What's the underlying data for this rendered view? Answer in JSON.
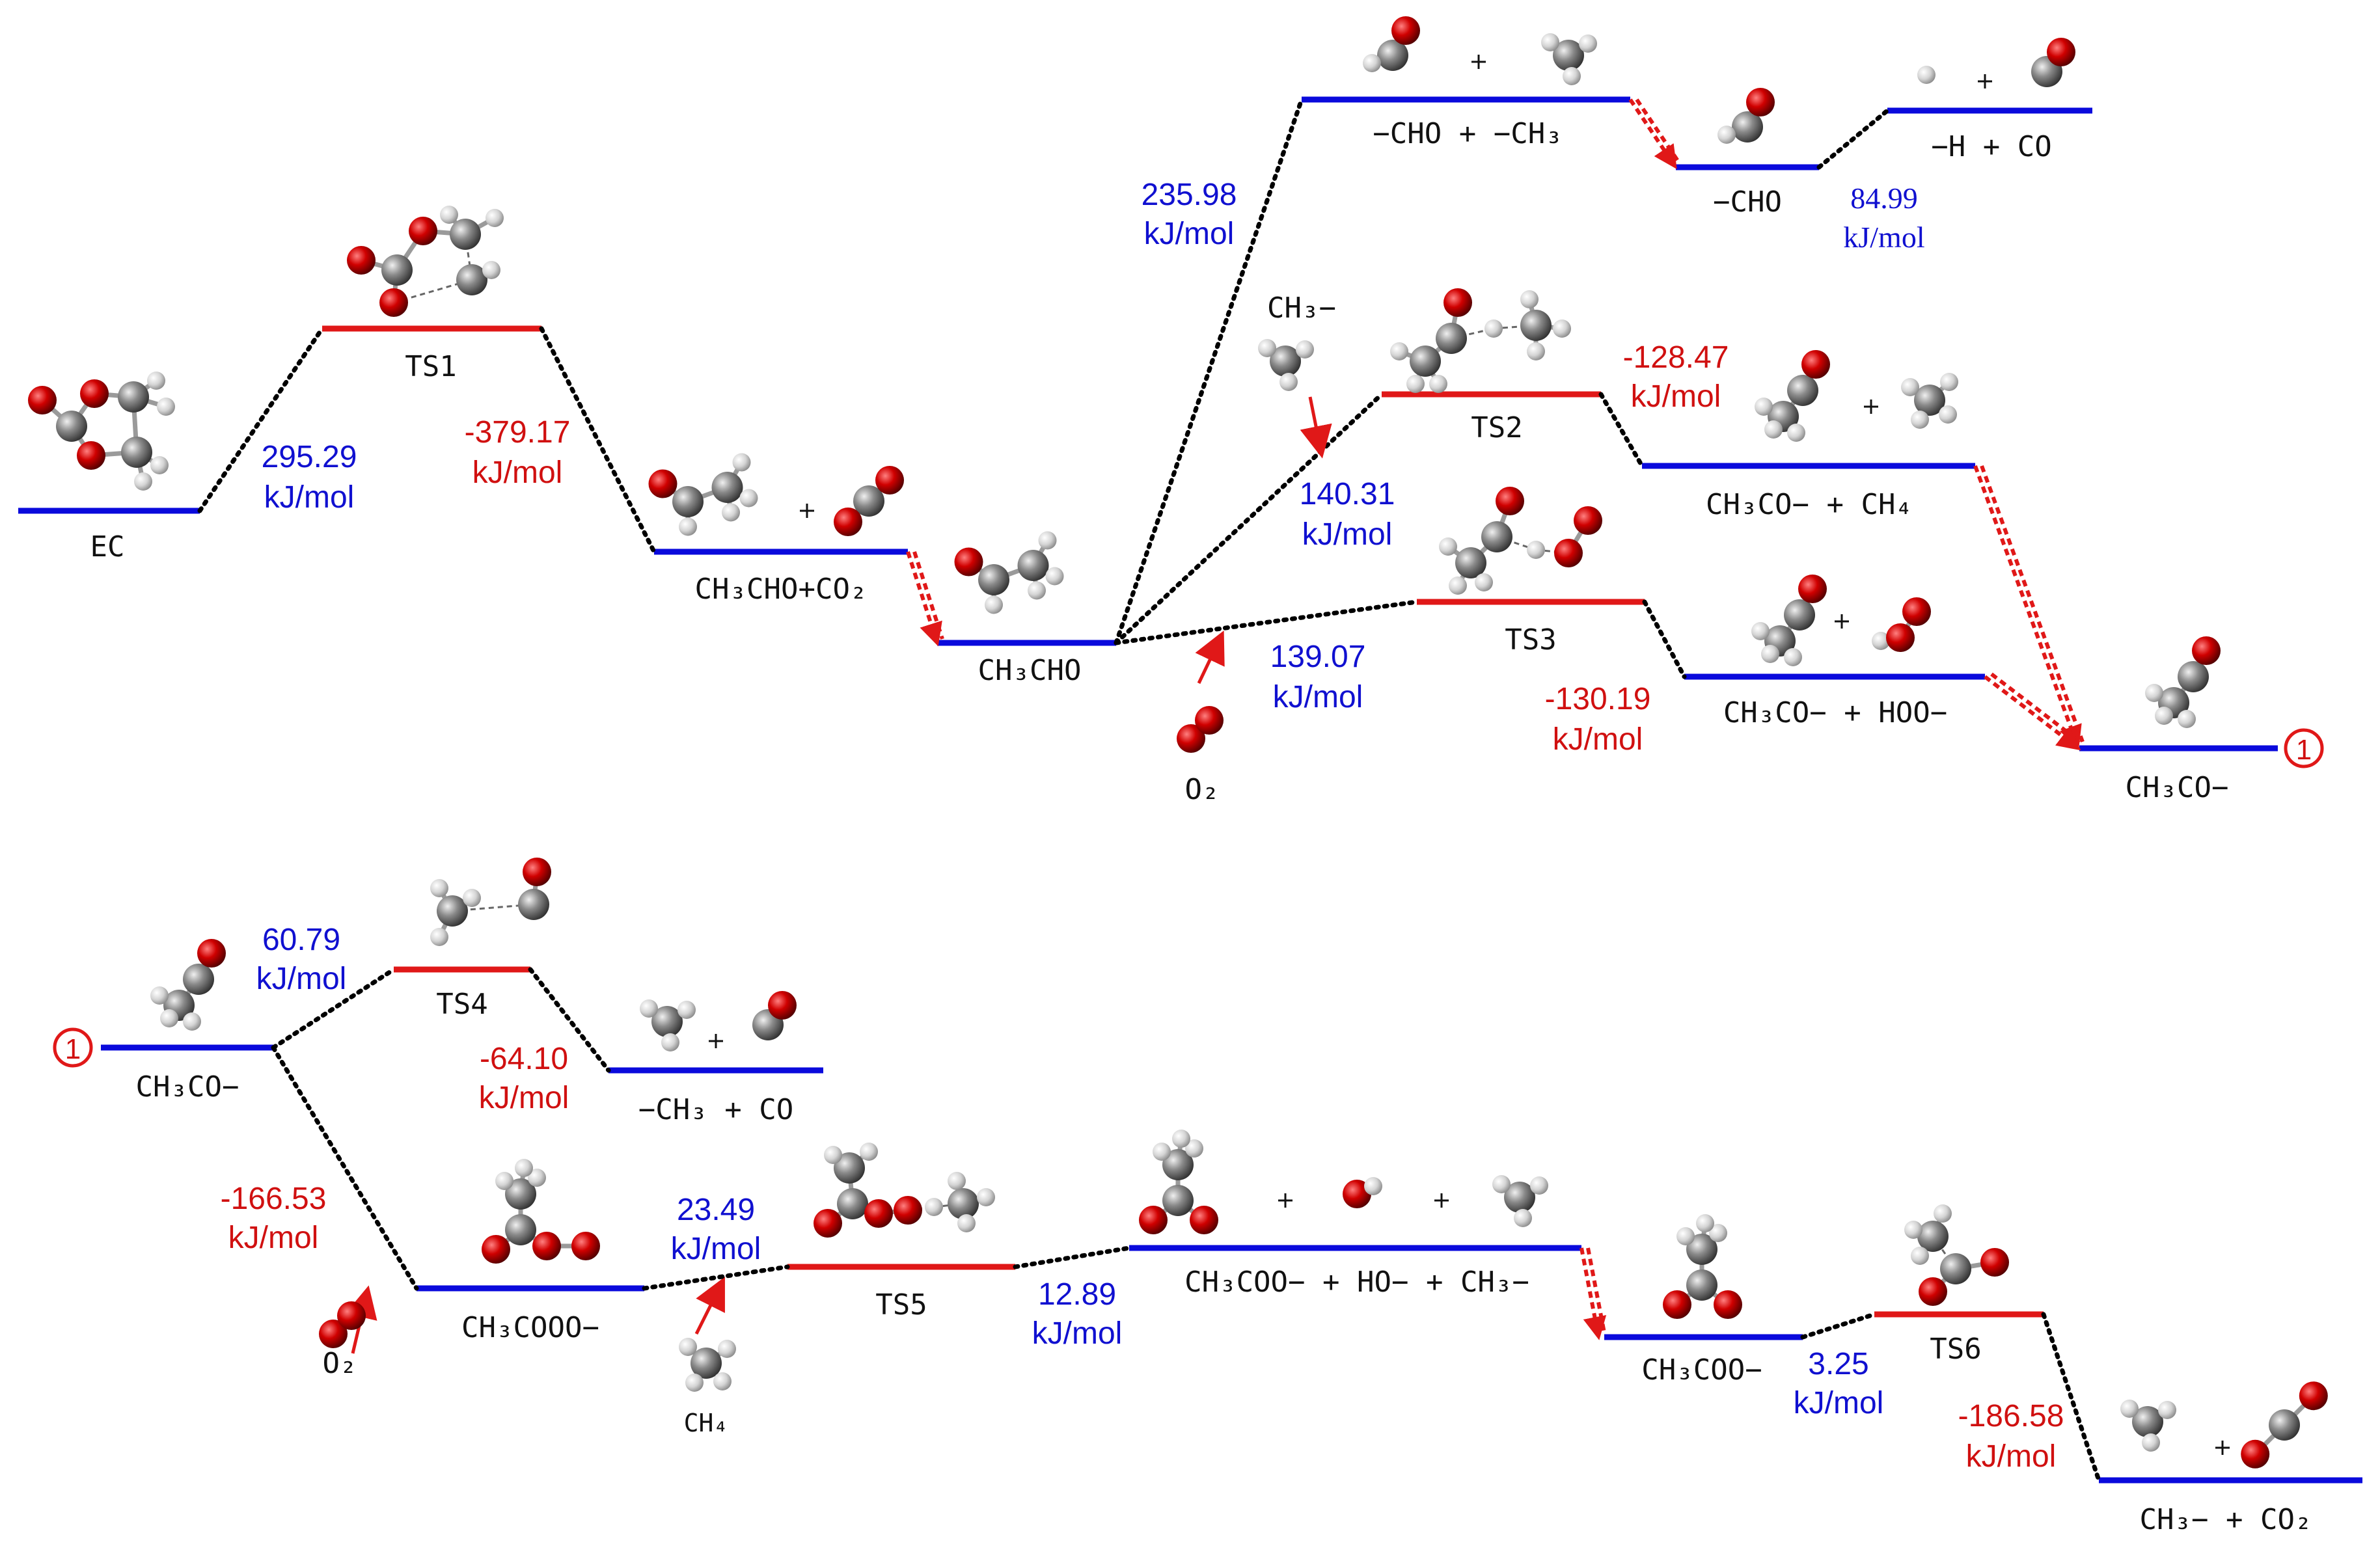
{
  "states": {
    "ec": "EC",
    "ts1": "TS1",
    "ch3cho_co2": "CH₃CHO+CO₂",
    "ch3cho": "CH₃CHO",
    "cho_ch3": "−CHO + −CH₃",
    "cho": "−CHO",
    "h_co": "−H + CO",
    "ts2": "TS2",
    "ch3co_ch4": "CH₃CO− + CH₄",
    "ts3": "TS3",
    "ch3co_hoo": "CH₃CO− + HOO−",
    "ch3co_top": "CH₃CO−",
    "ch3co_bottom": "CH₃CO−",
    "ts4": "TS4",
    "ch3_co": "−CH₃ + CO",
    "ch3cooo": "CH₃COOO−",
    "ts5": "TS5",
    "ch3coo_ho_ch3": "CH₃COO− + HO− + CH₃−",
    "ch3coo": "CH₃COO−",
    "ts6": "TS6",
    "ch3_co2": "CH₃− + CO₂"
  },
  "reagents": {
    "ch3_minus": "CH₃−",
    "o2_top": "O₂",
    "o2_bottom": "O₂",
    "ch4": "CH₄"
  },
  "energies": {
    "e1_value": "295.29",
    "e1_unit": "kJ/mol",
    "e2_value": "-379.17",
    "e2_unit": "kJ/mol",
    "e3_value": "235.98",
    "e3_unit": "kJ/mol",
    "e4_value": "84.99",
    "e4_unit": "kJ/mol",
    "e5_value": "-128.47",
    "e5_unit": "kJ/mol",
    "e6_value": "140.31",
    "e6_unit": "kJ/mol",
    "e7_value": "139.07",
    "e7_unit": "kJ/mol",
    "e8_value": "-130.19",
    "e8_unit": "kJ/mol",
    "e9_value": "60.79",
    "e9_unit": "kJ/mol",
    "e10_value": "-64.10",
    "e10_unit": "kJ/mol",
    "e11_value": "-166.53",
    "e11_unit": "kJ/mol",
    "e12_value": "23.49",
    "e12_unit": "kJ/mol",
    "e13_value": "12.89",
    "e13_unit": "kJ/mol",
    "e14_value": "3.25",
    "e14_unit": "kJ/mol",
    "e15_value": "-186.58",
    "e15_unit": "kJ/mol"
  },
  "markers": {
    "link_top": "1",
    "link_bottom": "1"
  },
  "colors": {
    "intermediate": "#0a0adc",
    "transition_state": "#e01818",
    "oxygen_atom": "#cc0000",
    "carbon_atom": "#7a7a7a",
    "hydrogen_atom": "#dcdcdc"
  }
}
